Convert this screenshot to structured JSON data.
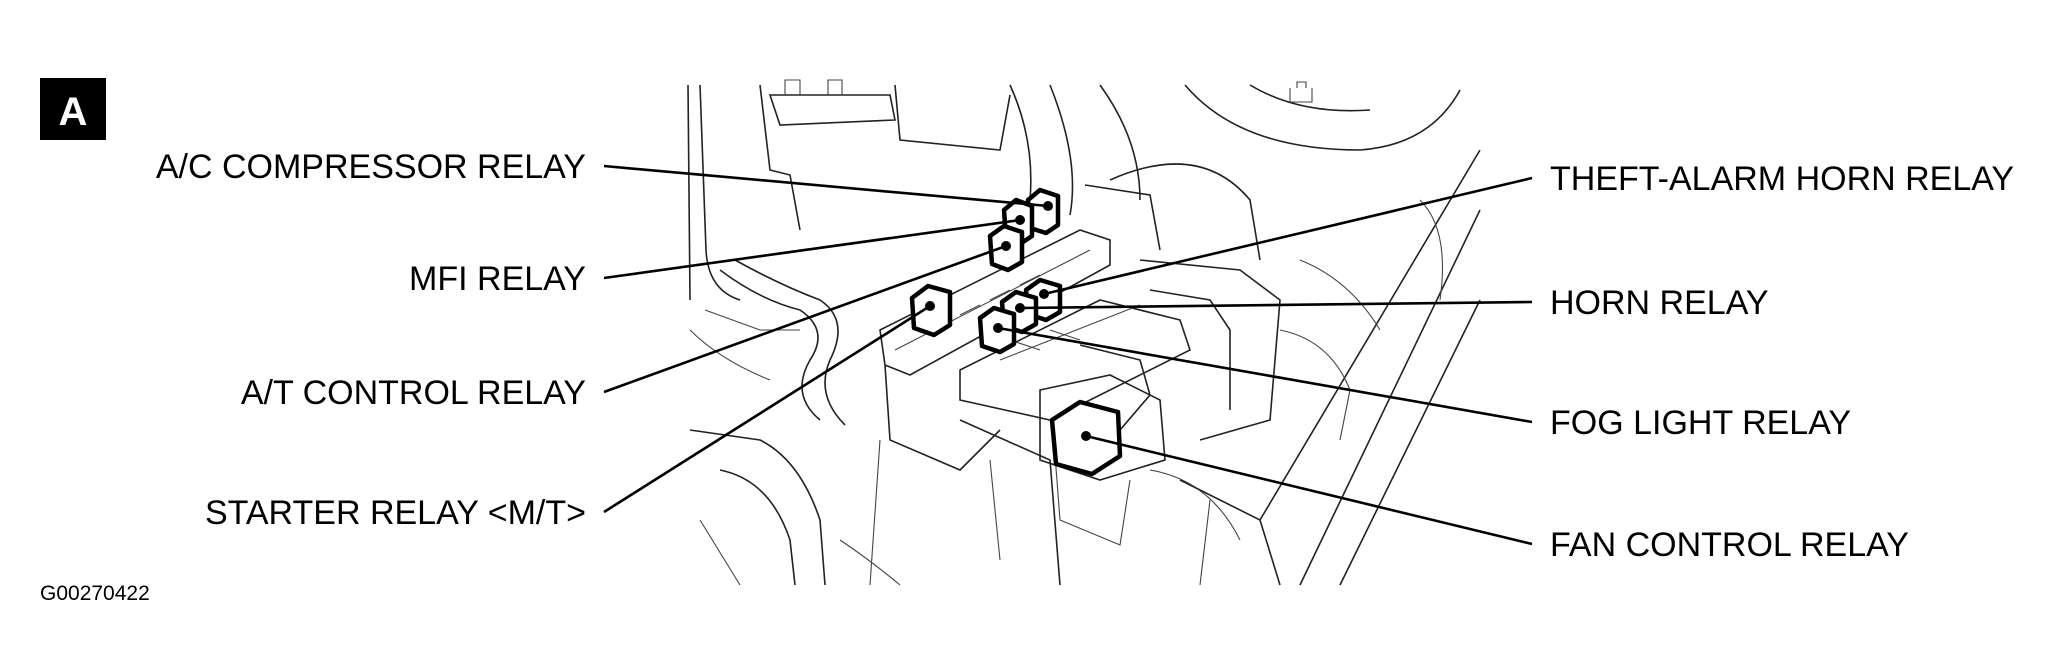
{
  "badge": "A",
  "figure_code": "G00270422",
  "labels": {
    "ac_compressor_relay": "A/C COMPRESSOR RELAY",
    "mfi_relay": "MFI RELAY",
    "at_control_relay": "A/T CONTROL RELAY",
    "starter_relay": "STARTER RELAY <M/T>",
    "theft_alarm_horn_relay": "THEFT-ALARM HORN RELAY",
    "horn_relay": "HORN RELAY",
    "fog_light_relay": "FOG LIGHT RELAY",
    "fan_control_relay": "FAN CONTROL RELAY"
  }
}
